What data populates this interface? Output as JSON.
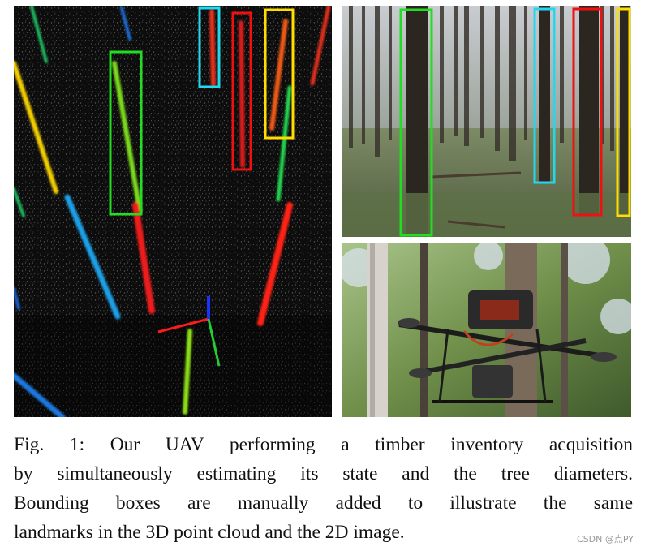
{
  "figure": {
    "caption_lines": [
      "Fig. 1: Our UAV performing a timber inventory acquisition",
      "by simultaneously estimating its state and the tree diameters.",
      "Bounding boxes are manually added to illustrate the same",
      "landmarks in the 3D point cloud and the 2D image."
    ],
    "box_colors": {
      "green": "#22dd22",
      "cyan": "#22d8ee",
      "red": "#ee1111",
      "yellow": "#ffdd00"
    }
  },
  "watermark": "CSDN @点PY"
}
